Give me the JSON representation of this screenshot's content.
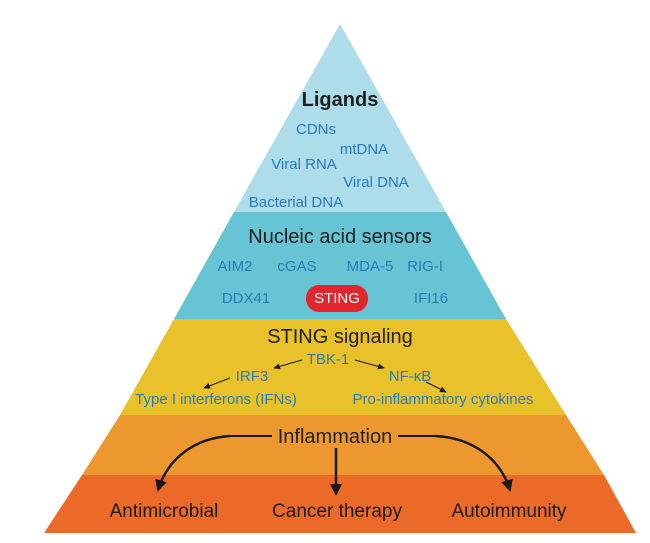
{
  "tiers": {
    "ligands": {
      "title": "Ligands",
      "items": [
        "CDNs",
        "mtDNA",
        "Viral RNA",
        "Viral DNA",
        "Bacterial DNA"
      ],
      "color": "#addcea"
    },
    "sensors": {
      "title": "Nucleic acid sensors",
      "items": [
        "AIM2",
        "cGAS",
        "MDA-5",
        "RIG-I",
        "DDX41",
        "IFI16"
      ],
      "highlight": "STING",
      "highlight_color": "#e3262d",
      "color": "#67c4d4"
    },
    "signaling": {
      "title": "STING signaling",
      "tbk": "TBK-1",
      "irf3": "IRF3",
      "nfkb": "NF-κB",
      "type1": "Type I interferons (IFNs)",
      "proinflam": "Pro-inflammatory cytokines",
      "color": "#e8c12b"
    },
    "inflammation": {
      "title": "Inflammation",
      "color": "#ed982f"
    },
    "outcomes": {
      "items": [
        "Antimicrobial",
        "Cancer therapy",
        "Autoimmunity"
      ],
      "color": "#ec6a28"
    }
  }
}
